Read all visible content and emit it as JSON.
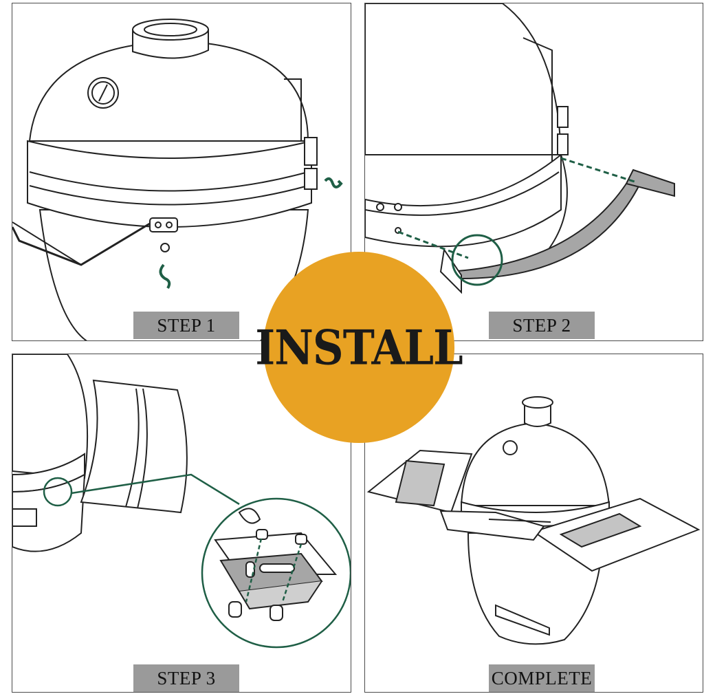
{
  "center_badge": {
    "text": "INSTALL",
    "color": "#e8a223"
  },
  "steps": [
    {
      "label": "STEP 1"
    },
    {
      "label": "STEP 2"
    },
    {
      "label": "STEP 3"
    },
    {
      "label": "COMPLETE"
    }
  ],
  "colors": {
    "accent_green": "#1f5f46",
    "label_bg": "#9a9a9a",
    "border": "#4a4a4a"
  }
}
